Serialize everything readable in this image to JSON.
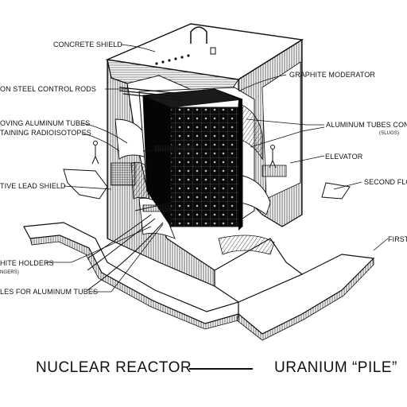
{
  "labels": {
    "concrete_shield": "CONCRETE SHIELD",
    "control_rods": "ON STEEL CONTROL RODS",
    "graphite_moderator": "GRAPHITE MODERATOR",
    "removing_tubes": "OVING ALUMINUM TUBES",
    "radioisotopes": "TAINING RADIOISOTOPES",
    "aluminum_tubes": "ALUMINUM TUBES CONT",
    "slugs": "(SLUGS)",
    "elevator": "ELEVATOR",
    "lead_shield": "TIVE LEAD SHIELD",
    "second_floor": "SECOND FLOO",
    "first_floor": "FIRST",
    "graphite_holders": "HITE HOLDERS",
    "hangers": "NGERS)",
    "holes_tubes": "LES FOR ALUMINUM TUBES"
  },
  "caption": {
    "left": "NUCLEAR REACTOR",
    "right": "URANIUM “PILE”"
  },
  "colors": {
    "ink": "#111111",
    "paper": "#ffffff",
    "core": "#0a0a0a"
  }
}
